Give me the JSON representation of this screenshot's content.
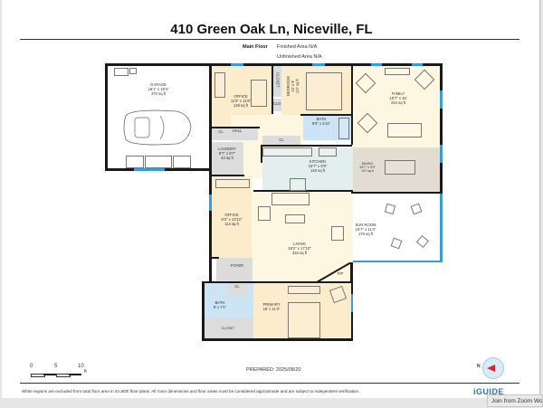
{
  "header": {
    "title": "410 Green Oak Ln, Niceville, FL",
    "floor_label": "Main Floor",
    "finished_area": "Finished Area N/A",
    "unfinished_area": "Unfinished Area N/A"
  },
  "rooms": {
    "garage": {
      "name": "GARAGE",
      "dims": "18'1\" x 19'4\"",
      "area": "370 sq ft"
    },
    "office1": {
      "name": "OFFICE",
      "dims": "11'0\" x 11'8\"",
      "area": "129 sq ft"
    },
    "closet_top": {
      "name": "CLOSET"
    },
    "clo": {
      "name": "CLO"
    },
    "bedroom": {
      "name": "BEDROOM",
      "dims": "13' x 9'",
      "area": "117 sq ft"
    },
    "bath1": {
      "name": "BATH",
      "dims": "8'9\" x 4'11\""
    },
    "family": {
      "name": "FAMILY",
      "dims": "15'7\" x 15'",
      "area": "234 sq ft"
    },
    "cl_office": {
      "name": "CL"
    },
    "hall": {
      "name": "HALL"
    },
    "cl_hall": {
      "name": "CL"
    },
    "laundry": {
      "name": "LAUNDRY",
      "dims": "8'7\" x 6'7\"",
      "area": "43 sq ft"
    },
    "kitchen": {
      "name": "KITCHEN",
      "dims": "16'7\" x 8'8\"",
      "area": "149 sq ft"
    },
    "dining": {
      "name": "DINING",
      "dims": "15'7\" x 9'9\"",
      "area": "147 sq ft"
    },
    "office2": {
      "name": "OFFICE",
      "dims": "8'3\" x 13'10\"",
      "area": "113 sq ft"
    },
    "living": {
      "name": "LIVING",
      "dims": "19'2\" x 17'10\"",
      "area": "334 sq ft"
    },
    "sunroom": {
      "name": "SUN ROOM",
      "dims": "15'7\" x 11'4\"",
      "area": "176 sq ft"
    },
    "foyer": {
      "name": "FOYER"
    },
    "fp": {
      "name": "F/P"
    },
    "cl_primary": {
      "name": "CL"
    },
    "bath2": {
      "name": "BATH",
      "dims": "9' x 7'1\""
    },
    "primary": {
      "name": "PRIMARY",
      "dims": "18' x 11'3\""
    },
    "closet_primary": {
      "name": "CLOSET"
    }
  },
  "scale": {
    "labels": [
      "0",
      "5",
      "10"
    ],
    "unit": "ft"
  },
  "footer": {
    "prepared": "PREPARED: 2025/08/20",
    "disclaimer": "White regions are excluded from total floor area in iGUIDE floor plans. All room dimensions and floor areas must be considered approximate and are subject to independent verification.",
    "brand": "iGUIDE",
    "compass_label": "N"
  },
  "overlay": {
    "zoom_tooltip": "Join from Zoom Wor"
  },
  "colors": {
    "room_yellow": "#fbeccb",
    "living_cream": "#fdf6e0",
    "bath_blue": "#cce4f5",
    "kitchen_mint": "#e3efec",
    "dining_taupe": "#e3dcd2",
    "gray_utility": "#dcdcdc",
    "window_blue": "#3a9bd5",
    "compass_red": "#d9232e",
    "brand_blue": "#2f6fae"
  }
}
